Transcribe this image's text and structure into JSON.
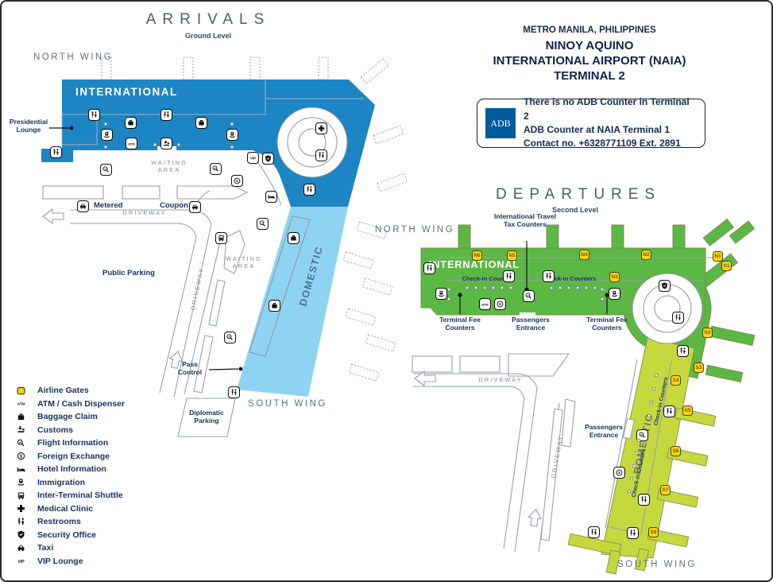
{
  "header": {
    "location": "METRO MANILA, PHILIPPINES",
    "title1": "NINOY AQUINO",
    "title2": "INTERNATIONAL AIRPORT  (NAIA)",
    "title3": "TERMINAL  2",
    "adb": {
      "logo": "ADB",
      "line1": "There is no ADB Counter in Terminal 2",
      "line2": "ADB Counter at NAIA Terminal 1",
      "line3": "Contact no. +6328771109 Ext. 2891"
    }
  },
  "arrivals": {
    "title": "ARRIVALS",
    "level": "Ground Level",
    "north_wing": "NORTH WING",
    "south_wing": "SOUTH WING",
    "international": "INTERNATIONAL",
    "domestic": "DOMESTIC",
    "presidential_lounge": "Presidential Lounge",
    "waiting_area": "WAITING AREA",
    "driveway": "DRIVEWAY",
    "metered": "Metered",
    "coupon": "Coupon",
    "public_parking": "Public Parking",
    "pass_control": "Pass Control",
    "diplomatic_parking": "Diplomatic Parking"
  },
  "departures": {
    "title": "DEPARTURES",
    "level": "Second Level",
    "north_wing": "NORTH WING",
    "south_wing": "SOUTH WING",
    "international": "INTERNATIONAL",
    "domestic": "DOMESTIC",
    "driveway": "DRIVEWAY",
    "travel_tax": "International Travel Tax Counters",
    "checkin": "Check-in Counters",
    "terminal_fee": "Terminal Fee Counters",
    "passengers_entrance": "Passengers Entrance",
    "gates": {
      "n1": "N1",
      "n2": "N2",
      "n3": "N3",
      "n4": "N4",
      "n5": "N5",
      "n6": "N6",
      "s1": "S1",
      "s2": "S2",
      "s3": "S3",
      "s4": "S4",
      "s5": "S5",
      "s6": "S6",
      "s7": "S7",
      "s8": "S8"
    }
  },
  "legend": {
    "items": [
      {
        "icon": "airline-gates",
        "label": "Airline Gates"
      },
      {
        "icon": "atm",
        "label": "ATM / Cash Dispenser"
      },
      {
        "icon": "baggage-claim",
        "label": "Baggage Claim"
      },
      {
        "icon": "customs",
        "label": "Customs"
      },
      {
        "icon": "flight-information",
        "label": "Flight Information"
      },
      {
        "icon": "foreign-exchange",
        "label": "Foreign Exchange"
      },
      {
        "icon": "hotel-information",
        "label": "Hotel Information"
      },
      {
        "icon": "immigration",
        "label": "Immigration"
      },
      {
        "icon": "inter-terminal-shuttle",
        "label": "Inter-Terminal Shuttle"
      },
      {
        "icon": "medical-clinic",
        "label": "Medical  Clinic"
      },
      {
        "icon": "restrooms",
        "label": "Restrooms"
      },
      {
        "icon": "security-office",
        "label": "Security Office"
      },
      {
        "icon": "taxi",
        "label": "Taxi"
      },
      {
        "icon": "vip-lounge",
        "label": "VIP Lounge"
      }
    ]
  },
  "colors": {
    "international_blue": "#1d85c4",
    "domestic_light_blue": "#8fd3f3",
    "departures_green": "#5cb844",
    "domestic_light_green": "#c5d93f",
    "gate_yellow": "#ffd60b",
    "adb_blue": "#005a9c",
    "label_navy": "#16325c"
  }
}
